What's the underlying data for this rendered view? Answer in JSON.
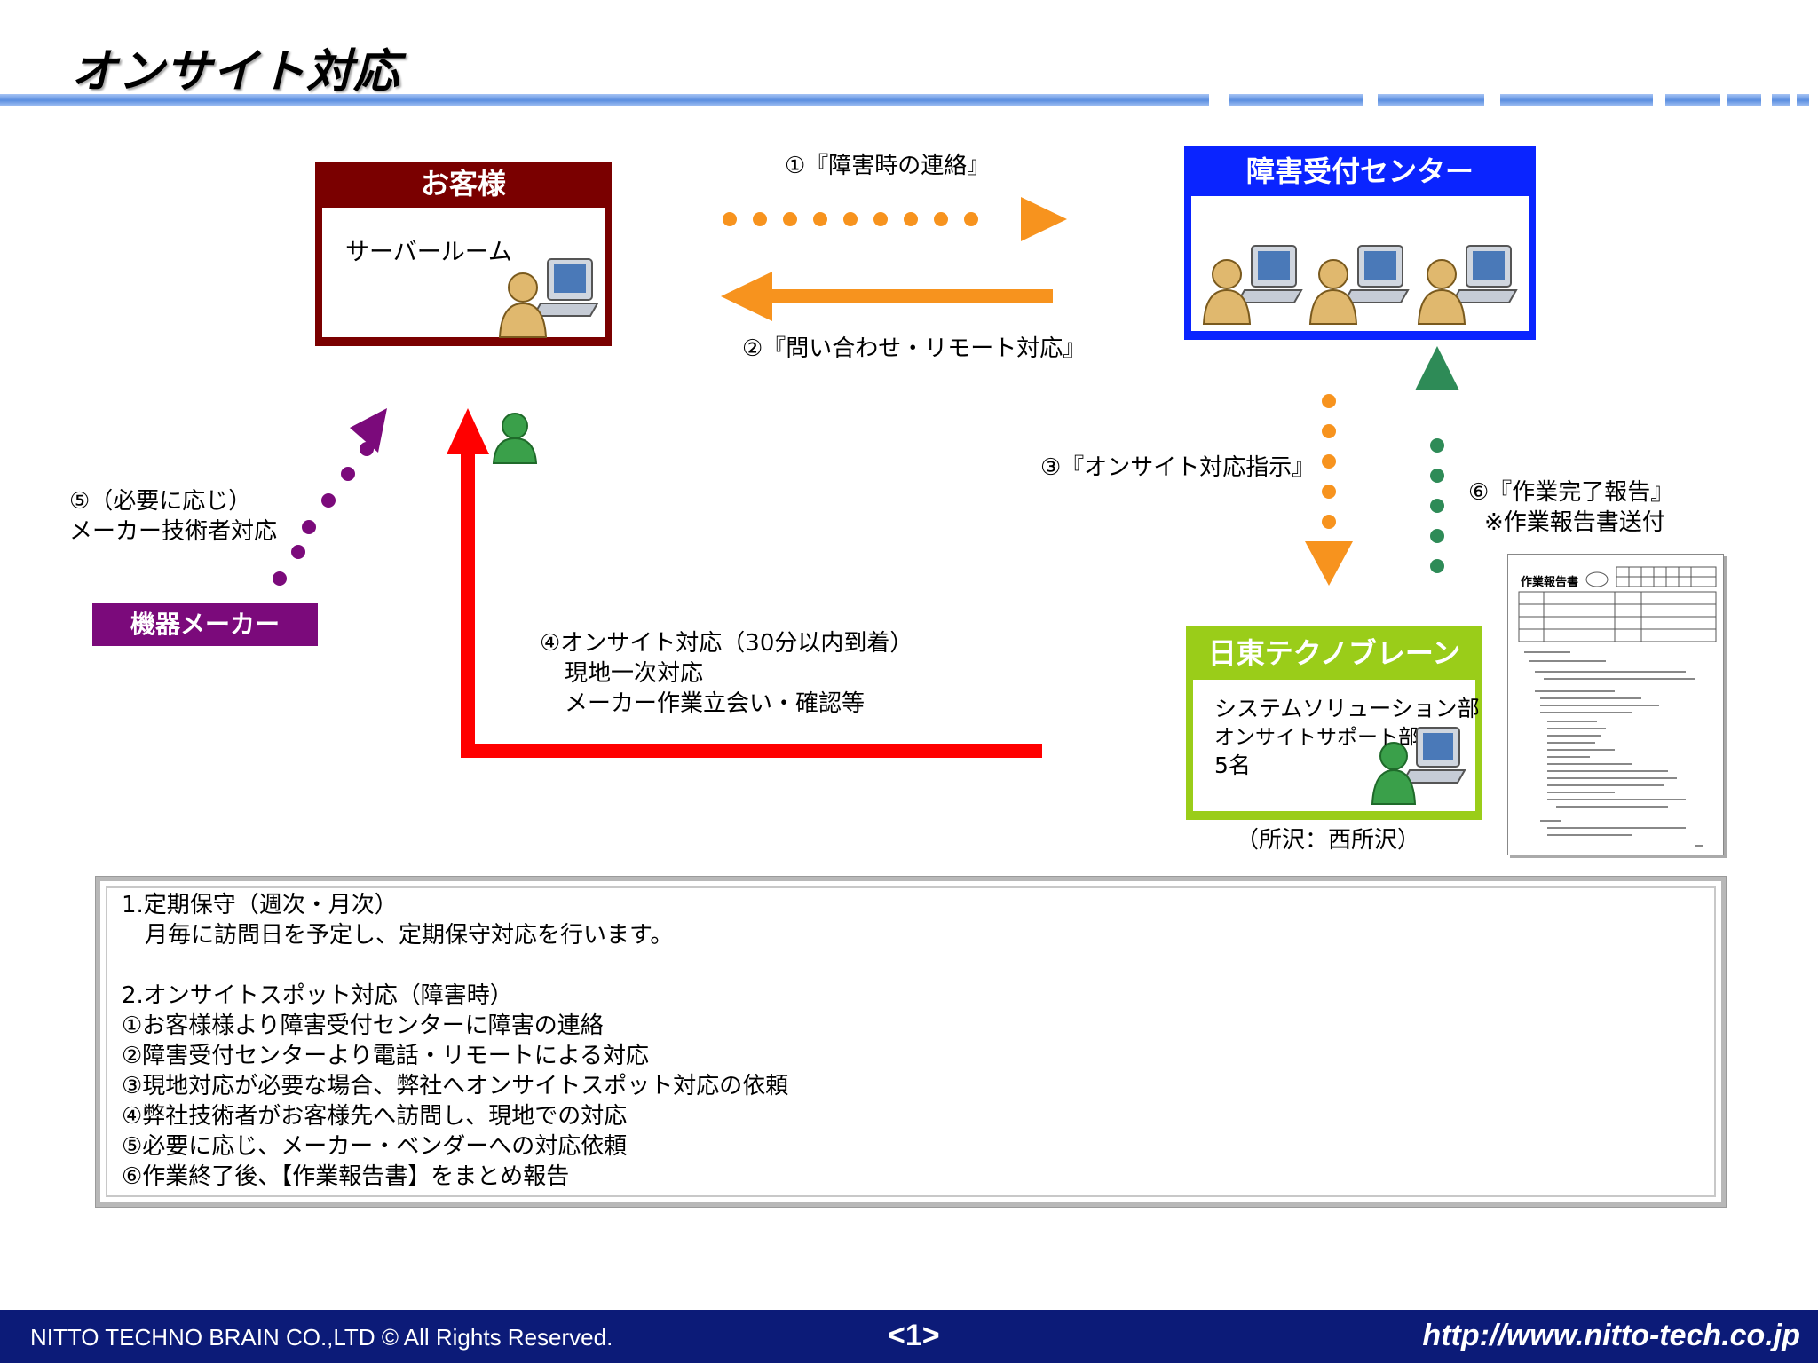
{
  "page": {
    "title": "オンサイト対応"
  },
  "colors": {
    "customer": "#7a0000",
    "center": "#0a24ff",
    "nitto": "#9acd19",
    "maker": "#7b0a7b",
    "orange": "#f7931e",
    "red": "#ff0000",
    "green": "#2e8b57",
    "footer": "#0c1b78"
  },
  "icons": {
    "customer_person": "person-computer-icon",
    "center_people": "person-computer-icon",
    "engineer": "person-icon",
    "nitto_person": "person-computer-icon",
    "report": "report-document-icon"
  },
  "customer": {
    "title": "お客様",
    "room": "サーバールーム"
  },
  "center": {
    "title": "障害受付センター"
  },
  "maker": {
    "title": "機器メーカー"
  },
  "nitto": {
    "title": "日東テクノブレーン",
    "dept": "システムソリューション部",
    "team": "オンサイトサポート部隊",
    "count": "5名",
    "location": "（所沢：西所沢）"
  },
  "flows": {
    "f1": "①『障害時の連絡』",
    "f2": "②『問い合わせ・リモート対応』",
    "f3": "③『オンサイト対応指示』",
    "f4": [
      "④オンサイト対応（30分以内到着）",
      "現地一次対応",
      "メーカー作業立会い・確認等"
    ],
    "f5": [
      "⑤（必要に応じ）",
      "メーカー技術者対応"
    ],
    "f6": [
      "⑥『作業完了報告』",
      "※作業報告書送付"
    ]
  },
  "report": {
    "title": "作業報告書"
  },
  "notes": [
    "1.定期保守（週次・月次）",
    "　月毎に訪問日を予定し、定期保守対応を行います。",
    "",
    "2.オンサイトスポット対応（障害時）",
    "①お客様様より障害受付センターに障害の連絡",
    "②障害受付センターより電話・リモートによる対応",
    "③現地対応が必要な場合、弊社へオンサイトスポット対応の依頼",
    "④弊社技術者がお客様先へ訪問し、現地での対応",
    "⑤必要に応じ、メーカー・ベンダーへの対応依頼",
    "⑥作業終了後、【作業報告書】をまとめ報告"
  ],
  "footer": {
    "copyright": "NITTO TECHNO BRAIN CO.,LTD © All Rights Reserved.",
    "page": "<1>",
    "url": "http://www.nitto-tech.co.jp"
  }
}
